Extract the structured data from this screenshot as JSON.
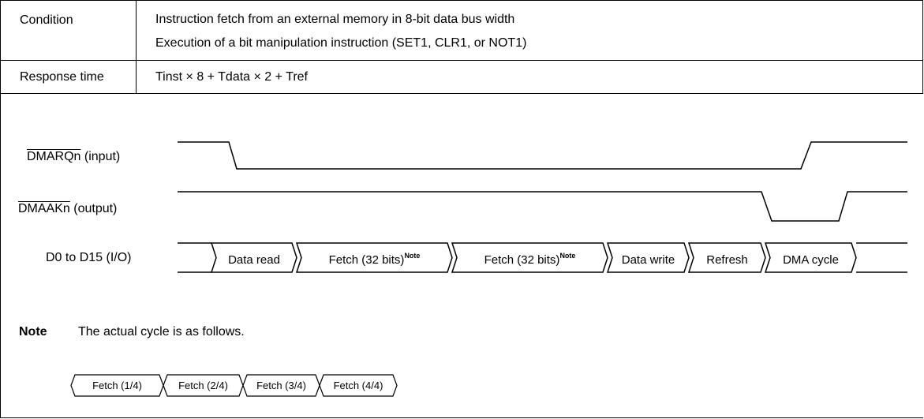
{
  "table": {
    "condition_label": "Condition",
    "condition_lines": [
      "Instruction fetch from an external memory in 8-bit data bus width",
      "Execution of a bit manipulation instruction (SET1, CLR1, or NOT1)"
    ],
    "response_label": "Response time",
    "response_value": "Tinst × 8 + Tdata × 2 + Tref"
  },
  "signals": {
    "dmarq_name": "DMARQn",
    "dmarq_dir": " (input)",
    "dmaak_name": "DMAAKn",
    "dmaak_dir": " (output)",
    "data_bus": "D0 to D15 (I/O)"
  },
  "bus_cycles": [
    {
      "label": "Data read",
      "sup": ""
    },
    {
      "label": "Fetch (32 bits)",
      "sup": "Note"
    },
    {
      "label": "Fetch (32 bits)",
      "sup": "Note"
    },
    {
      "label": "Data write",
      "sup": ""
    },
    {
      "label": "Refresh",
      "sup": ""
    },
    {
      "label": "DMA cycle",
      "sup": ""
    }
  ],
  "note": {
    "label": "Note",
    "text": "The actual cycle is as follows.",
    "cycles": [
      "Fetch (1/4)",
      "Fetch (2/4)",
      "Fetch (3/4)",
      "Fetch (4/4)"
    ]
  }
}
